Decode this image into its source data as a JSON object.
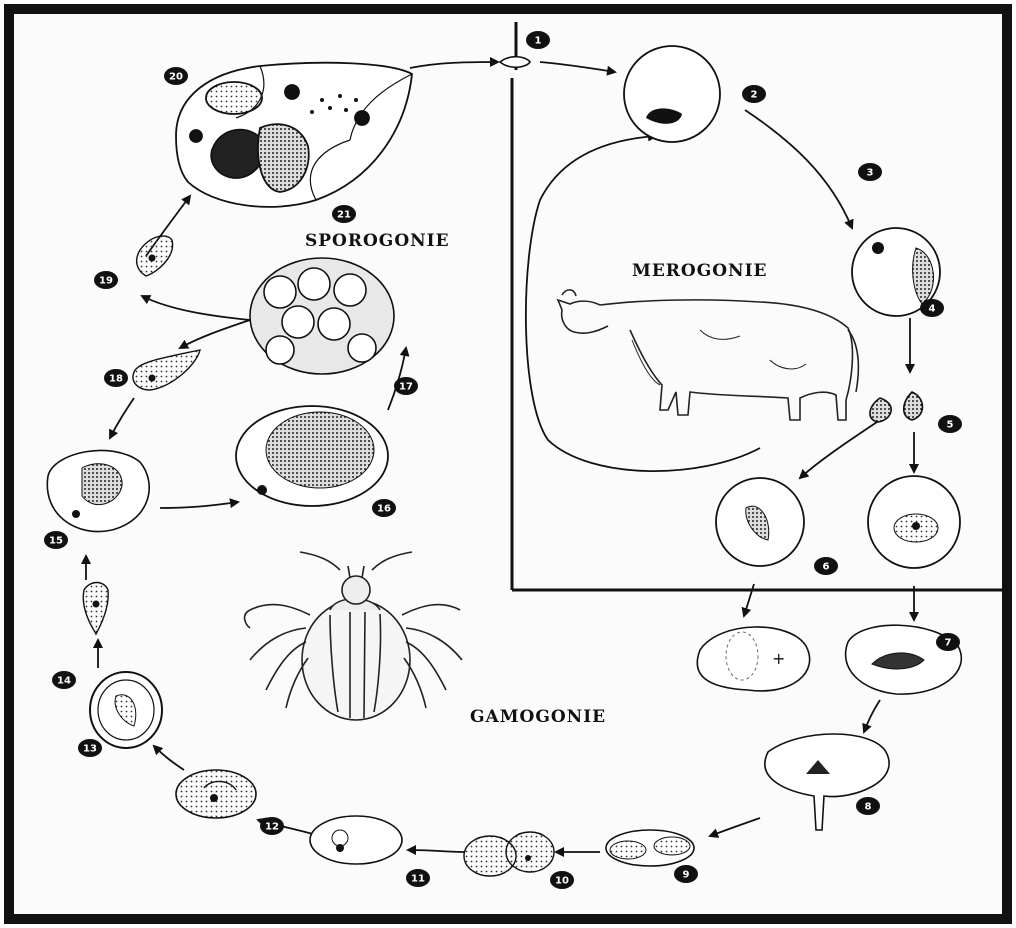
{
  "phases": {
    "sporogonie": "SPOROGONIE",
    "merogonie": "MEROGONIE",
    "gamogonie": "GAMOGONIE"
  },
  "stage_numbers": [
    "1",
    "2",
    "3",
    "4",
    "5",
    "6",
    "7",
    "8",
    "9",
    "10",
    "11",
    "12",
    "13",
    "14",
    "15",
    "16",
    "17",
    "18",
    "19",
    "20",
    "21"
  ],
  "colors": {
    "ink": "#111111",
    "paper": "#fbfbfb",
    "frame": "#111111"
  }
}
